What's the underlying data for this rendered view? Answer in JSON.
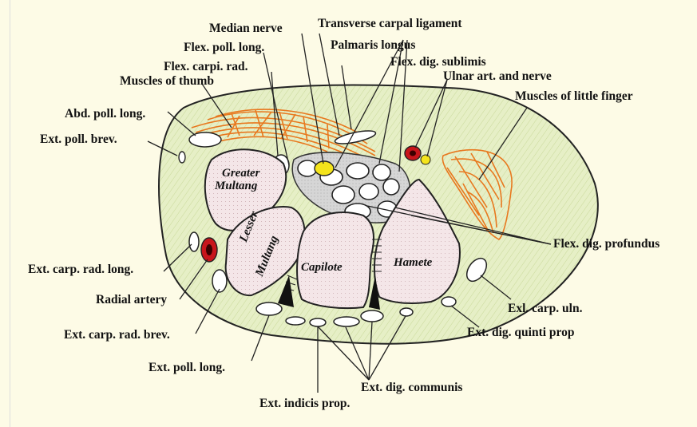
{
  "labels": {
    "median_nerve": "Median nerve",
    "transverse_carpal_ligament": "Transverse carpal ligament",
    "flex_poll_long": "Flex. poll. long.",
    "palmaris_longus": "Palmaris longus",
    "flex_carpi_rad": "Flex. carpi. rad.",
    "flex_dig_sublimis": "Flex. dig. sublimis",
    "muscles_of_thumb": "Muscles of thumb",
    "ulnar_art_and_nerve": "Ulnar art. and nerve",
    "muscles_of_little_finger": "Muscles of little finger",
    "abd_poll_long": "Abd. poll. long.",
    "ext_poll_brev": "Ext. poll. brev.",
    "flex_dig_profundus": "Flex. dig. profundus",
    "ext_carp_rad_long": "Ext. carp. rad. long.",
    "radial_artery": "Radial artery",
    "exl_carp_uln": "Exl. carp. uln.",
    "ext_carp_rad_brev": "Ext. carp. rad. brev.",
    "ext_dig_quinti_prop": "Ext. dig. quinti prop",
    "ext_poll_long": "Ext. poll. long.",
    "ext_dig_communis": "Ext. dig. communis",
    "ext_indicis_prop": "Ext. indicis prop."
  },
  "bones": {
    "greater_multang_1": "Greater",
    "greater_multang_2": "Multang",
    "lesser_multang_1": "Lesser",
    "lesser_multang_2": "Multang",
    "capitate": "Capilote",
    "hamate": "Hamete"
  },
  "colors": {
    "background": "#fdfbe6",
    "section_fill": "#e4edc4",
    "bone_fill": "#f3e4e6",
    "muscle_orange": "#e8781e",
    "artery_red": "#c8151b",
    "nerve_yellow": "#f4e41c",
    "tendon_sheath": "#d4d4d4"
  }
}
